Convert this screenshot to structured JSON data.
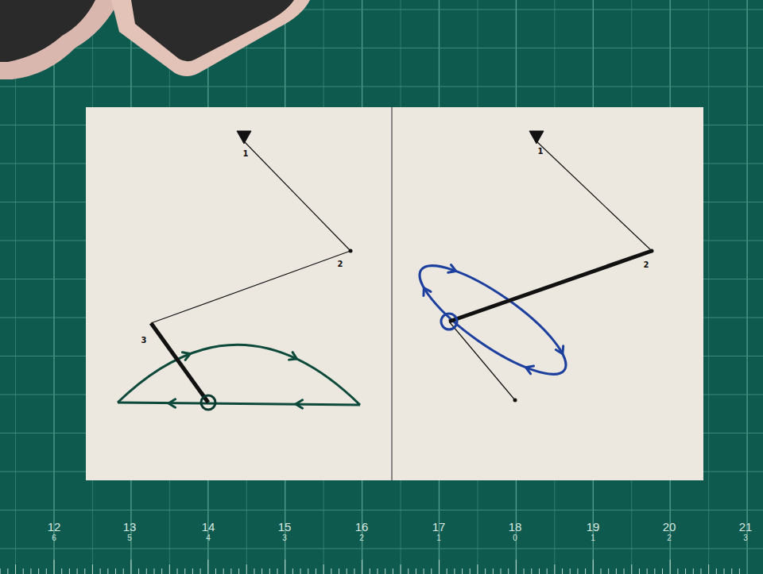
{
  "diagram": {
    "labels": [
      "1",
      "2",
      "3",
      "1",
      "2",
      "12",
      "6",
      "13",
      "5",
      "14",
      "4",
      "15",
      "3",
      "16",
      "2",
      "17",
      "1",
      "18",
      "0",
      "19",
      "1",
      "20",
      "2",
      "21",
      "3"
    ]
  }
}
